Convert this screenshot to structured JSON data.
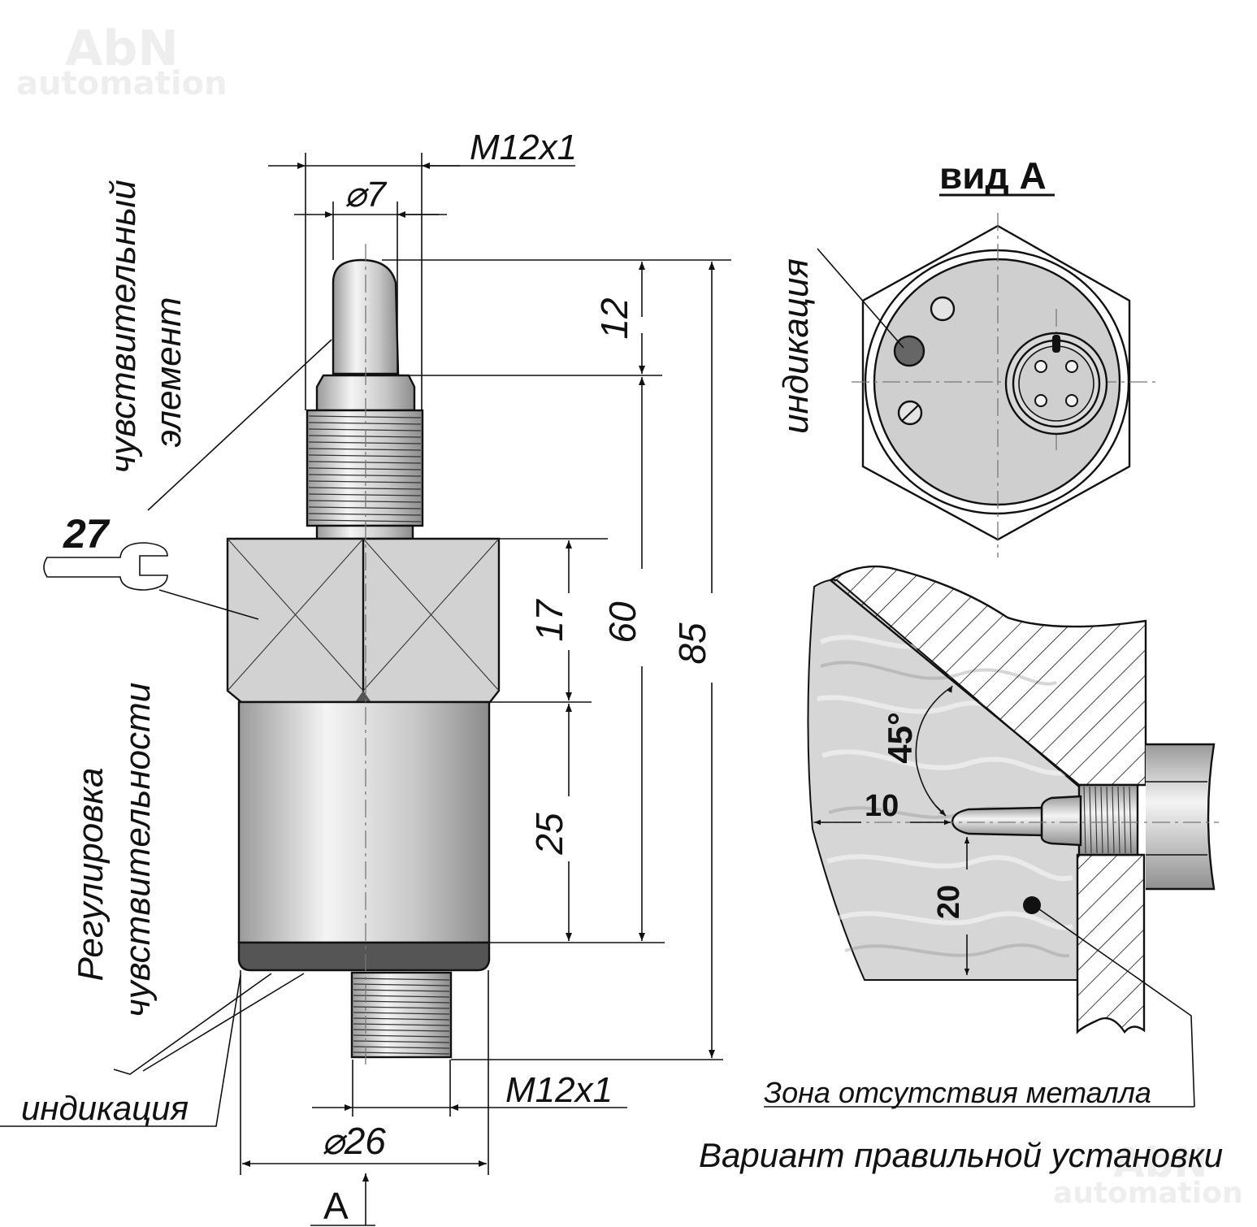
{
  "watermark": {
    "brand": "AbN",
    "sub": "automation"
  },
  "main_view": {
    "label_sensing_element_1": "чувствительный",
    "label_sensing_element_2": "элемент",
    "label_adjustment_1": "Регулировка",
    "label_adjustment_2": "чувствительности",
    "label_indication": "индикация",
    "wrench_size": "27",
    "dim_thread_top": "M12x1",
    "dim_tip_diameter": "⌀7",
    "dim_12": "12",
    "dim_17": "17",
    "dim_25": "25",
    "dim_60": "60",
    "dim_85": "85",
    "dim_thread_bottom": "M12x1",
    "dim_body_diameter": "⌀26",
    "view_marker": "A"
  },
  "view_a": {
    "title": "вид А",
    "label_indication": "индикация"
  },
  "installation": {
    "angle": "45°",
    "dim_10": "10",
    "dim_20": "20",
    "label_no_metal_zone": "Зона отсутствия металла",
    "caption": "Вариант правильной установки"
  },
  "colors": {
    "body_grey": "#cfcfcf",
    "ring_dark": "#555555",
    "indicator_dark": "#666666",
    "medium_marble": "#d4d4d4",
    "line": "#111111"
  }
}
